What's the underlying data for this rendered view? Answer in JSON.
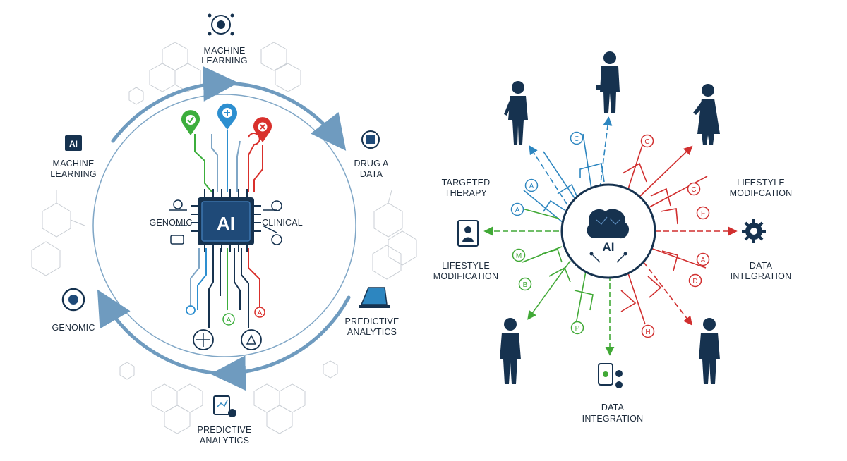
{
  "left": {
    "center": "AI",
    "nodes": {
      "top": [
        "MACHINE",
        "LEARNING"
      ],
      "left_upper_icon": "AI",
      "left_upper": [
        "MACHINE",
        "LEARNING"
      ],
      "left_lower": [
        "GENOMIC"
      ],
      "right_upper": [
        "DRUG A",
        "DATA"
      ],
      "right_lower": [
        "PREDICTIVE",
        "ANALYTICS"
      ],
      "bottom": [
        "PREDICTIVE",
        "ANALYTICS"
      ]
    },
    "chip_labels": {
      "left": "GENOMIC",
      "right": "CLINICAL"
    },
    "pins": [
      {
        "icon": "check-icon",
        "color": "#3cae3c"
      },
      {
        "icon": "plus-icon",
        "color": "#2d8fd0"
      },
      {
        "icon": "cross-icon",
        "color": "#d9302c"
      }
    ],
    "trace_tags": [
      "A",
      "A"
    ]
  },
  "right": {
    "center": "AI",
    "labels": {
      "top_left": [
        "TARGETED",
        "THERAPY"
      ],
      "mid_left": [
        "LIFESTYLE",
        "MODIFICATION"
      ],
      "top_right": [
        "LIFESTYLE",
        "MODIFCATION"
      ],
      "mid_right": [
        "DATA",
        "INTEGRATION"
      ],
      "bottom": [
        "DATA",
        "INTEGRATION"
      ]
    },
    "tags": {
      "blue": [
        "C",
        "A",
        "A"
      ],
      "red": [
        "C",
        "C",
        "F",
        "A",
        "D",
        "H"
      ],
      "green": [
        "M",
        "B",
        "P"
      ]
    },
    "colors": {
      "blue": "#2d86c0",
      "red": "#d12f2f",
      "green": "#41a936",
      "dark": "#16324f"
    }
  }
}
